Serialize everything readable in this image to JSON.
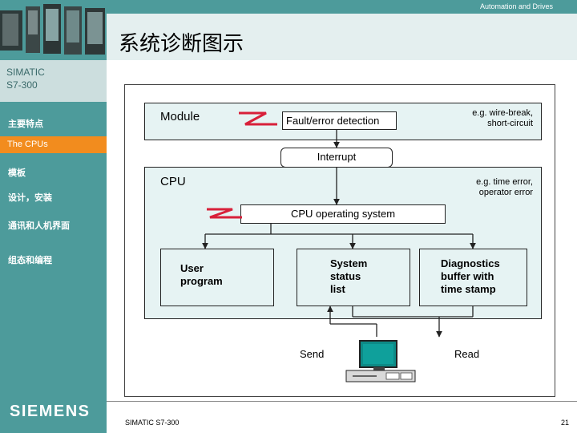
{
  "header": {
    "tag": "Automation and Drives",
    "title": "系统诊断图示"
  },
  "sidebar": {
    "brand_line1": "SIMATIC",
    "brand_line2": "S7-300",
    "items": [
      {
        "label": "主要特点"
      },
      {
        "label": "The CPUs"
      },
      {
        "label": "模板"
      },
      {
        "label": "设计，安装"
      },
      {
        "label": "通讯和人机界面"
      },
      {
        "label": "组态和编程"
      }
    ],
    "logo": "SIEMENS"
  },
  "diagram": {
    "module": "Module",
    "fault": "Fault/error detection",
    "wire_note": [
      "e.g. wire-break,",
      "short-circuit"
    ],
    "interrupt": "Interrupt",
    "cpu": "CPU",
    "time_note": [
      "e.g. time error,",
      "operator error"
    ],
    "cpu_os": "CPU operating system",
    "user_program": [
      "User",
      "program"
    ],
    "system_status": [
      "System",
      "status",
      "list"
    ],
    "diagnostics": [
      "Diagnostics",
      "buffer with",
      "time stamp"
    ],
    "send": "Send",
    "read": "Read"
  },
  "colors": {
    "teal": "#4d9b9b",
    "orange": "#f28c1e",
    "box_fill": "#e6f3f3",
    "lightning": "#d8203a"
  },
  "footer": {
    "left": "SIMATIC S7-300",
    "page": "21"
  }
}
